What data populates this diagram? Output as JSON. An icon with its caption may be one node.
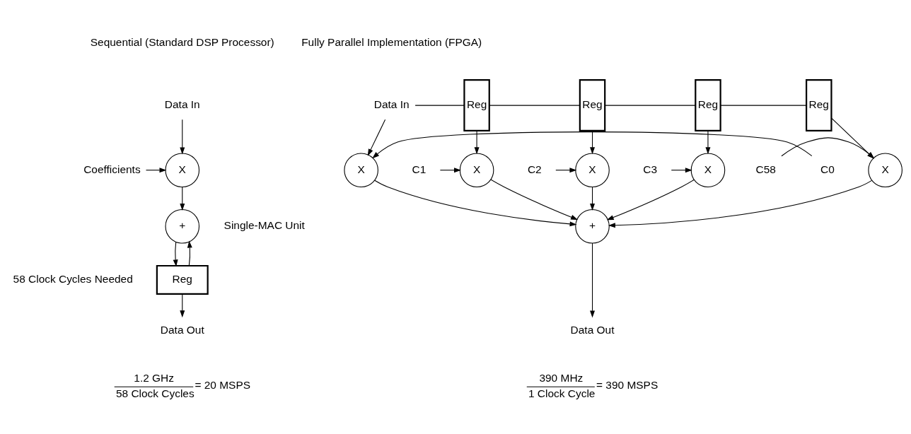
{
  "diagram": {
    "nodes": [
      {
        "text": [
          "Data In"
        ]
      },
      {
        "text": [
          "Coefficients"
        ]
      },
      {
        "text": [
          "X"
        ]
      },
      {
        "text": [
          "+"
        ]
      },
      {
        "text": [
          "Reg"
        ]
      },
      {
        "text": [
          "Data Out"
        ]
      },
      {
        "text": [
          "Data In"
        ]
      },
      {
        "text": [
          "Reg"
        ]
      },
      {
        "text": [
          "Reg"
        ]
      },
      {
        "text": [
          "Reg"
        ]
      },
      {
        "text": [
          "Reg"
        ]
      },
      {
        "text": [
          "C0"
        ]
      },
      {
        "text": [
          "X"
        ]
      },
      {
        "text": [
          "C1"
        ]
      },
      {
        "text": [
          "X"
        ]
      },
      {
        "text": [
          "C2"
        ]
      },
      {
        "text": [
          "X"
        ]
      },
      {
        "text": [
          "C3"
        ]
      },
      {
        "text": [
          "X"
        ]
      },
      {
        "text": [
          "C58"
        ]
      },
      {
        "text": [
          "X"
        ]
      },
      {
        "text": [
          "+"
        ]
      },
      {
        "text": [
          "Data Out"
        ]
      }
    ],
    "edges": [
      {
        "from": 0,
        "to": 2,
        "arrow": "to"
      },
      {
        "from": 1,
        "to": 2,
        "arrow": "to"
      },
      {
        "from": 2,
        "to": 3,
        "arrow": "to"
      },
      {
        "from": 3,
        "to": 4,
        "arrow": "to"
      },
      {
        "from": 4,
        "to": 3,
        "arrow": "to"
      },
      {
        "from": 4,
        "to": 5,
        "arrow": "to"
      },
      {
        "from": 6,
        "to": 7,
        "arrow": "none"
      },
      {
        "from": 6,
        "to": 12,
        "arrow": "to"
      },
      {
        "from": 7,
        "to": 8,
        "arrow": "none"
      },
      {
        "from": 7,
        "to": 14,
        "arrow": "to"
      },
      {
        "from": 8,
        "to": 9,
        "arrow": "none"
      },
      {
        "from": 8,
        "to": 16,
        "arrow": "to"
      },
      {
        "from": 9,
        "to": 10,
        "arrow": "none"
      },
      {
        "from": 9,
        "to": 18,
        "arrow": "to"
      },
      {
        "from": 10,
        "to": 20,
        "arrow": "to"
      },
      {
        "from": 11,
        "to": 12,
        "arrow": "to"
      },
      {
        "from": 13,
        "to": 14,
        "arrow": "to"
      },
      {
        "from": 15,
        "to": 16,
        "arrow": "to"
      },
      {
        "from": 17,
        "to": 18,
        "arrow": "to"
      },
      {
        "from": 19,
        "to": 20,
        "arrow": "to"
      },
      {
        "from": 12,
        "to": 21,
        "arrow": "to"
      },
      {
        "from": 14,
        "to": 21,
        "arrow": "to"
      },
      {
        "from": 16,
        "to": 21,
        "arrow": "to"
      },
      {
        "from": 18,
        "to": 21,
        "arrow": "to"
      },
      {
        "from": 20,
        "to": 21,
        "arrow": "to"
      },
      {
        "from": 21,
        "to": 22,
        "arrow": "to"
      }
    ],
    "labels": [
      "Sequential (Standard DSP Processor)",
      "Fully Parallel Implementation (FPGA)",
      "Single-MAC Unit",
      "58 Clock Cycles Needed",
      "1.2 GHz",
      "58 Clock Cycles",
      "= 20 MSPS",
      "390 MHz",
      "1 Clock Cycle",
      "= 390 MSPS"
    ]
  }
}
